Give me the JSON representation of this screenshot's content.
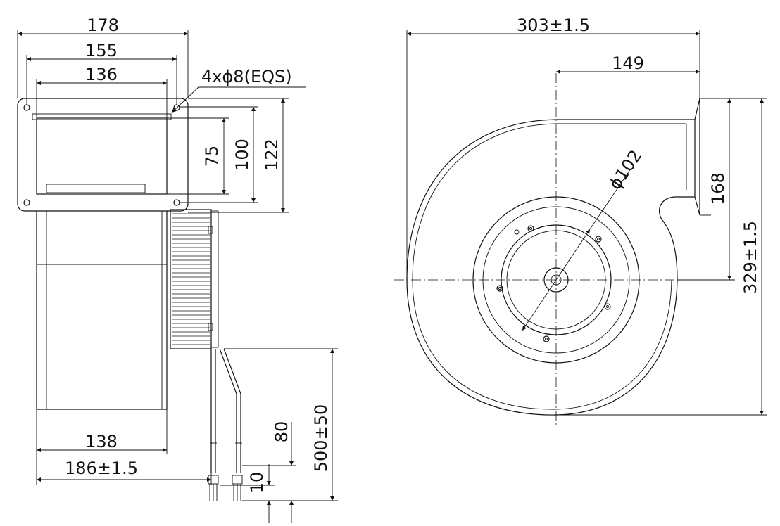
{
  "side_view": {
    "dims": {
      "width_178": "178",
      "width_155": "155",
      "width_136": "136",
      "holes": "4xϕ8(EQS)",
      "h_75": "75",
      "h_100": "100",
      "h_122": "122",
      "base_138": "138",
      "depth_186": "186±1.5",
      "cable_80": "80",
      "cable_10": "10",
      "cable_500": "500±50"
    }
  },
  "front_view": {
    "dims": {
      "width_303": "303±1.5",
      "offset_149": "149",
      "dia_102": "ϕ102",
      "outlet_168": "168",
      "height_329": "329±1.5"
    }
  },
  "colors": {
    "line": "#111111",
    "background": "#ffffff"
  }
}
